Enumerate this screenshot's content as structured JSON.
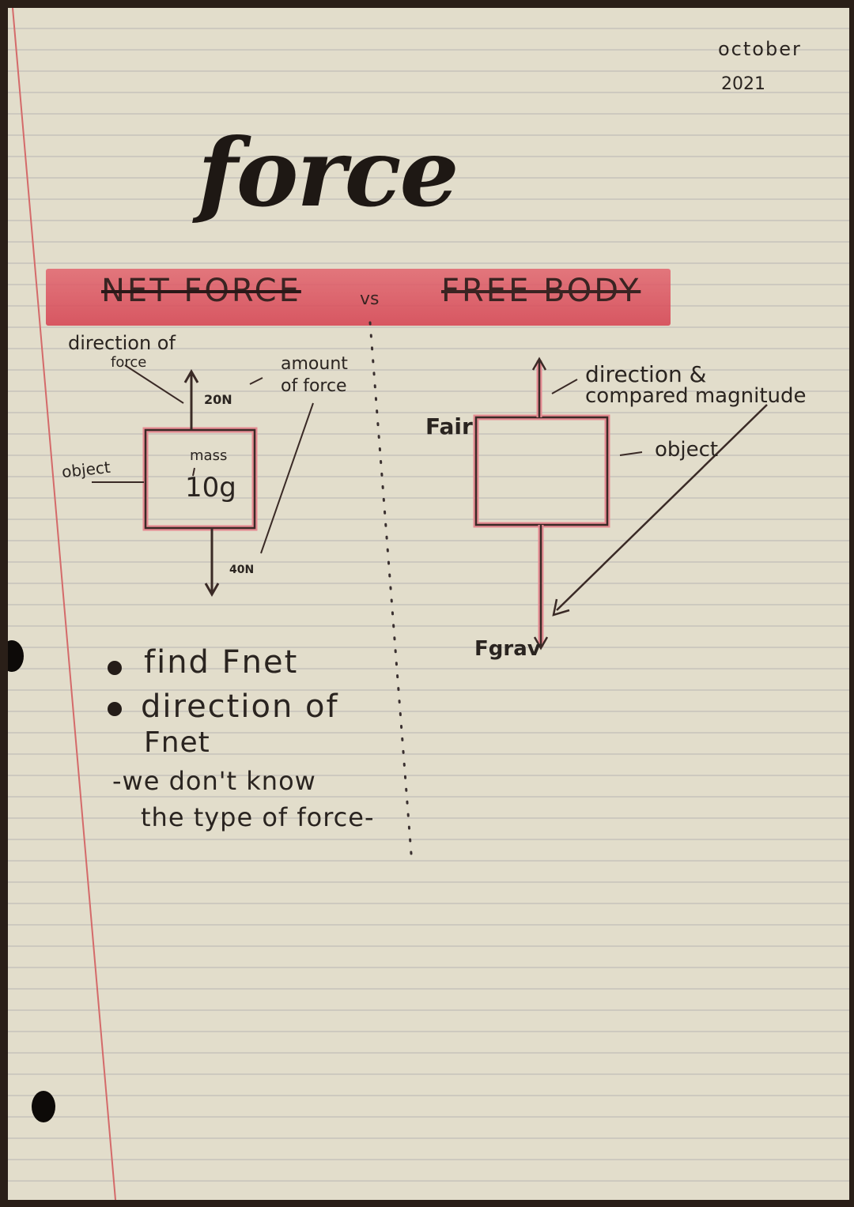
{
  "page": {
    "date_month": "october",
    "date_year": "2021",
    "title": "force"
  },
  "banner": {
    "left_heading": "NET FORCE",
    "vs": "vs",
    "right_heading": "FREE BODY",
    "color": "#dc5a66"
  },
  "net_force_diagram": {
    "direction_label_line1": "direction of",
    "direction_label_line2": "force",
    "amount_label_line1": "amount",
    "amount_label_line2": "of force",
    "up_force": "20N",
    "mass_label": "mass",
    "mass_value": "10g",
    "object_label": "object",
    "down_force": "40N"
  },
  "free_body_diagram": {
    "fair_label": "Fair",
    "direction_label_line1": "direction &",
    "direction_label_line2": "compared magnitude",
    "object_label": "object",
    "fgrav_label": "Fgrav"
  },
  "notes": {
    "bullet_1": "find Fnet",
    "bullet_2_line1": "direction of",
    "bullet_2_line2": "Fnet",
    "remark_line1": "-we don't know",
    "remark_line2": "the type of force-"
  },
  "colors": {
    "paper": "#e2ddcb",
    "ink": "#2a2420",
    "highlight": "#dc5a66",
    "margin_line": "#d46a6a"
  }
}
